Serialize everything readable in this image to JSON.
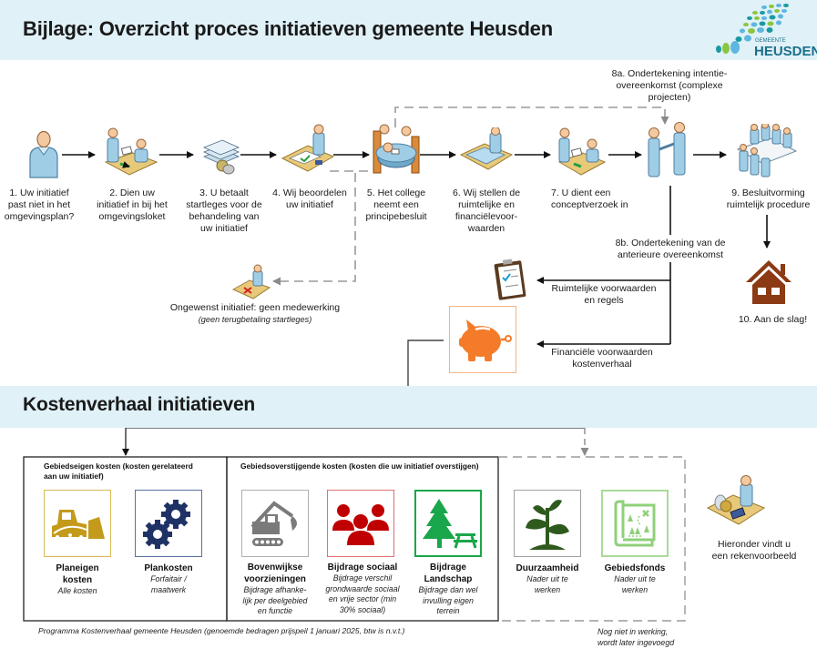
{
  "header": {
    "title": "Bijlage: Overzicht proces initiatieven gemeente Heusden",
    "logo": {
      "small_text": "GEMEENTE",
      "big_text": "HEUSDEN",
      "icon": "heusden-logo-dots"
    }
  },
  "process": {
    "steps": [
      {
        "id": 1,
        "label": "1. Uw initiatief past niet in het omgevingsplan?",
        "lines": [
          "1. Uw initiatief",
          "past niet in het",
          "omgevingsplan?"
        ],
        "icon": "person-icon"
      },
      {
        "id": 2,
        "label": "2. Dien uw initiatief in bij het omgevingsloket",
        "lines": [
          "2. Dien uw",
          "initiatief in bij het",
          "omgevingsloket"
        ],
        "icon": "desk-handover-icon"
      },
      {
        "id": 3,
        "label": "3. U betaalt startleges voor de behandeling van uw initiatief",
        "lines": [
          "3. U betaalt",
          "startleges voor de",
          "behandeling van",
          "uw initiatief"
        ],
        "icon": "fees-documents-icon"
      },
      {
        "id": 4,
        "label": "4. Wij beoordelen uw initiatief",
        "lines": [
          "4. Wij beoordelen",
          "uw initiatief"
        ],
        "icon": "review-desk-icon"
      },
      {
        "id": 5,
        "label": "5. Het college neemt een principebesluit",
        "lines": [
          "5. Het college",
          "neemt een",
          "principebesluit"
        ],
        "icon": "meeting-table-icon"
      },
      {
        "id": 6,
        "label": "6. Wij stellen de ruimtelijke en financiëlevoorwaarden",
        "lines": [
          "6. Wij stellen de",
          "ruimtelijke en",
          "financiëlevoor-",
          "waarden"
        ],
        "icon": "planning-map-icon"
      },
      {
        "id": 7,
        "label": "7. U dient een conceptverzoek in",
        "lines": [
          "7. U dient een",
          "conceptverzoek in"
        ],
        "icon": "desk-submit-icon"
      },
      {
        "id": 8,
        "label": "",
        "lines": [],
        "icon": "handshake-icon"
      },
      {
        "id": 9,
        "label": "9. Besluitvorming ruimtelijk procedure",
        "lines": [
          "9. Besluitvorming",
          "ruimtelijk procedure"
        ],
        "icon": "council-meeting-icon"
      },
      {
        "id": 10,
        "label": "10. Aan de slag!",
        "lines": [
          "10. Aan de slag!"
        ],
        "icon": "house-icon"
      }
    ],
    "step_8a": {
      "lines": [
        "8a. Ondertekening intentie-",
        "overeenkomst (complexe",
        "projecten)"
      ]
    },
    "step_8b": {
      "lines": [
        "8b. Ondertekening van de",
        "anterieure overeenkomst"
      ]
    },
    "rejected": {
      "title": "Ongewenst initiatief: geen medewerking",
      "note": "(geen terugbetaling startleges)",
      "icon": "rejected-desk-icon"
    },
    "spatial_conditions": {
      "lines": [
        "Ruimtelijke voorwaarden",
        "en regels"
      ],
      "icon": "checklist-clipboard-icon"
    },
    "financial_conditions": {
      "lines": [
        "Financiële voorwaarden",
        "kostenverhaal"
      ],
      "icon": "piggy-bank-icon"
    }
  },
  "cost_recovery": {
    "title": "Kostenverhaal initiatieven",
    "area_specific": {
      "title": "Gebiedseigen kosten (kosten gerelateerd aan uw initiatief)",
      "title_lines": [
        "Gebiedseigen kosten (kosten gerelateerd",
        "aan uw initiatief)"
      ],
      "items": [
        {
          "title_lines": [
            "Planeigen",
            "kosten"
          ],
          "sub_lines": [
            "Alle kosten"
          ],
          "icon": "bulldozer-icon",
          "color": "#c49a1a"
        },
        {
          "title_lines": [
            "Plankosten"
          ],
          "sub_lines": [
            "Forfaitair /",
            "maatwerk"
          ],
          "icon": "gears-icon",
          "color": "#1f3266"
        }
      ]
    },
    "area_exceeding": {
      "title": "Gebiedsoverstijgende kosten (kosten die uw initiatief overstijgen)",
      "items": [
        {
          "title_lines": [
            "Bovenwijkse",
            "voorzieningen"
          ],
          "sub_lines": [
            "Bijdrage afhanke-",
            "lijk per deelgebied",
            "en functie"
          ],
          "icon": "excavator-icon",
          "color": "#7a7a7a"
        },
        {
          "title_lines": [
            "Bijdrage sociaal"
          ],
          "sub_lines": [
            "Bijdrage verschil",
            "grondwaarde sociaal",
            "en vrije sector (min",
            "30% sociaal)"
          ],
          "icon": "people-group-icon",
          "color": "#c00000"
        },
        {
          "title_lines": [
            "Bijdrage",
            "Landschap"
          ],
          "sub_lines": [
            "Bijdrage dan wel",
            "invulling eigen",
            "terrein"
          ],
          "icon": "tree-picnic-icon",
          "color": "#1aa64a"
        }
      ]
    },
    "future": {
      "items": [
        {
          "title_lines": [
            "Duurzaamheid"
          ],
          "sub_lines": [
            "Nader uit te",
            "werken"
          ],
          "icon": "plant-icon",
          "color": "#2f5a1e"
        },
        {
          "title_lines": [
            "Gebiedsfonds"
          ],
          "sub_lines": [
            "Nader uit te",
            "werken"
          ],
          "icon": "area-map-icon",
          "color": "#8fd07a"
        }
      ],
      "note_lines": [
        "Nog niet in werking,",
        "wordt later ingevoegd"
      ]
    },
    "calculation_example": {
      "lines": [
        "Hieronder vindt u",
        "een rekenvoorbeeld"
      ],
      "icon": "calculator-desk-icon"
    },
    "footnote": "Programma Kostenverhaal gemeente Heusden (genoemde bedragen prijspeil 1 januari 2025, btw is n.v.t.)"
  },
  "colors": {
    "banner_bg": "#e0f1f8",
    "piggy_orange": "#f47b2a",
    "house_brown": "#8b3a14",
    "dashed_gray": "#a0a0a0"
  }
}
